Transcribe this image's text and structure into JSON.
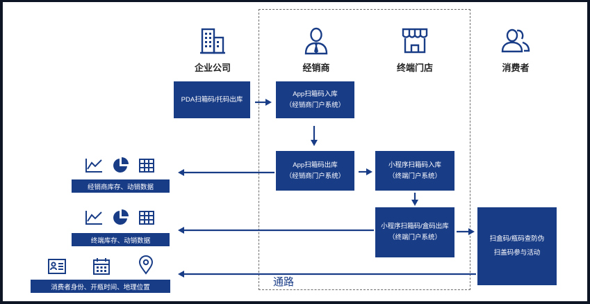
{
  "headers": {
    "company": "企业公司",
    "distributor": "经销商",
    "store": "终端门店",
    "consumer": "消费者"
  },
  "boxes": {
    "pda": "PDA扫箱码/托码出库",
    "app_in": {
      "line1": "App扫箱码入库",
      "line2": "（经销商门户系统）"
    },
    "app_out": {
      "line1": "App扫箱码出库",
      "line2": "（经销商门户系统）"
    },
    "mini_in": {
      "line1": "小程序扫箱码入库",
      "line2": "（终端门户系统）"
    },
    "mini_out": {
      "line1": "小程序扫箱码/盒码出库",
      "line2": "（终端门户系统）"
    },
    "consumer_scan": {
      "line1": "扫盒码/瓶码查防伪",
      "line2": "扫盖码参与活动"
    }
  },
  "data_bars": {
    "distributor": "经销商库存、动销数据",
    "store": "终端库存、动销数据",
    "consumer": "消费者身份、开瓶时间、地理位置"
  },
  "channel_label": "通路",
  "icons": {
    "company": "building-icon",
    "distributor": "business-person-icon",
    "store": "storefront-icon",
    "consumer": "users-icon",
    "chart": "line-chart-icon",
    "pie": "pie-chart-icon",
    "table": "table-icon",
    "contact": "id-card-icon",
    "calendar": "calendar-icon",
    "location": "location-pin-icon"
  },
  "colors": {
    "primary": "#193c87",
    "background": "#0e1525"
  }
}
